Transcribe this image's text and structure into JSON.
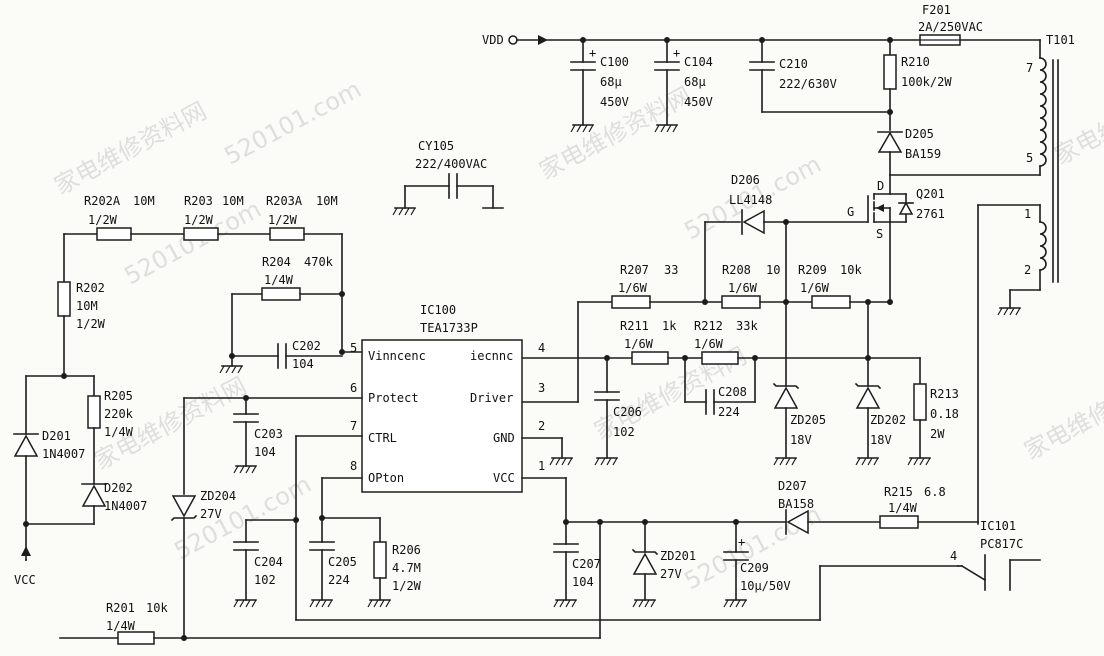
{
  "watermark": {
    "cn": "家电维修资料网",
    "url": "520101.com",
    "cn_short": "家电维"
  },
  "nets": {
    "vdd": "VDD",
    "vcc": "VCC"
  },
  "ic100": {
    "ref": "IC100",
    "part": "TEA1733P",
    "pins": [
      {
        "num": "5",
        "name": "Vinncenc"
      },
      {
        "num": "6",
        "name": "Protect"
      },
      {
        "num": "7",
        "name": "CTRL"
      },
      {
        "num": "8",
        "name": "OPton"
      },
      {
        "num": "4",
        "name": "iecnnc"
      },
      {
        "num": "3",
        "name": "Driver"
      },
      {
        "num": "2",
        "name": "GND"
      },
      {
        "num": "1",
        "name": "VCC"
      }
    ]
  },
  "components": {
    "f201": {
      "ref": "F201",
      "value": "2A/250VAC"
    },
    "t101": {
      "ref": "T101",
      "pins": [
        "7",
        "5",
        "1",
        "2"
      ]
    },
    "c100": {
      "ref": "C100",
      "value": "68µ",
      "volt": "450V"
    },
    "c104": {
      "ref": "C104",
      "value": "68µ",
      "volt": "450V"
    },
    "c210": {
      "ref": "C210",
      "value": "222/630V"
    },
    "r210": {
      "ref": "R210",
      "value": "100k/2W"
    },
    "d205": {
      "ref": "D205",
      "value": "BA159"
    },
    "cy105": {
      "ref": "CY105",
      "value": "222/400VAC"
    },
    "d206": {
      "ref": "D206",
      "value": "LL4148"
    },
    "q201": {
      "ref": "Q201",
      "value": "2761",
      "pin_d": "D",
      "pin_g": "G",
      "pin_s": "S"
    },
    "r202a": {
      "ref": "R202A",
      "value": "10M",
      "power": "1/2W"
    },
    "r203": {
      "ref": "R203",
      "value": "10M",
      "power": "1/2W"
    },
    "r203a": {
      "ref": "R203A",
      "value": "10M",
      "power": "1/2W"
    },
    "r204": {
      "ref": "R204",
      "value": "470k",
      "power": "1/4W"
    },
    "r202": {
      "ref": "R202",
      "value": "10M",
      "power": "1/2W"
    },
    "c202": {
      "ref": "C202",
      "value": "104"
    },
    "r207": {
      "ref": "R207",
      "value": "33",
      "power": "1/6W"
    },
    "r208": {
      "ref": "R208",
      "value": "10",
      "power": "1/6W"
    },
    "r209": {
      "ref": "R209",
      "value": "10k",
      "power": "1/6W"
    },
    "r211": {
      "ref": "R211",
      "value": "1k",
      "power": "1/6W"
    },
    "r212": {
      "ref": "R212",
      "value": "33k",
      "power": "1/6W"
    },
    "c206": {
      "ref": "C206",
      "value": "102"
    },
    "c208": {
      "ref": "C208",
      "value": "224"
    },
    "zd205": {
      "ref": "ZD205",
      "value": "18V"
    },
    "zd202": {
      "ref": "ZD202",
      "value": "18V"
    },
    "r213": {
      "ref": "R213",
      "value": "0.18",
      "power": "2W"
    },
    "d201": {
      "ref": "D201",
      "value": "1N4007"
    },
    "d202": {
      "ref": "D202",
      "value": "1N4007"
    },
    "r205": {
      "ref": "R205",
      "value": "220k",
      "power": "1/4W"
    },
    "c203": {
      "ref": "C203",
      "value": "104"
    },
    "zd204": {
      "ref": "ZD204",
      "value": "27V"
    },
    "c204": {
      "ref": "C204",
      "value": "102"
    },
    "c205": {
      "ref": "C205",
      "value": "224"
    },
    "r206": {
      "ref": "R206",
      "value": "4.7M",
      "power": "1/2W"
    },
    "c207": {
      "ref": "C207",
      "value": "104"
    },
    "zd201": {
      "ref": "ZD201",
      "value": "27V"
    },
    "c209": {
      "ref": "C209",
      "value": "10µ/50V"
    },
    "d207": {
      "ref": "D207",
      "value": "BA158"
    },
    "r215": {
      "ref": "R215",
      "value": "6.8",
      "power": "1/4W"
    },
    "ic101": {
      "ref": "IC101",
      "value": "PC817C",
      "pin": "4"
    },
    "r201": {
      "ref": "R201",
      "value": "10k",
      "power": "1/4W"
    }
  }
}
